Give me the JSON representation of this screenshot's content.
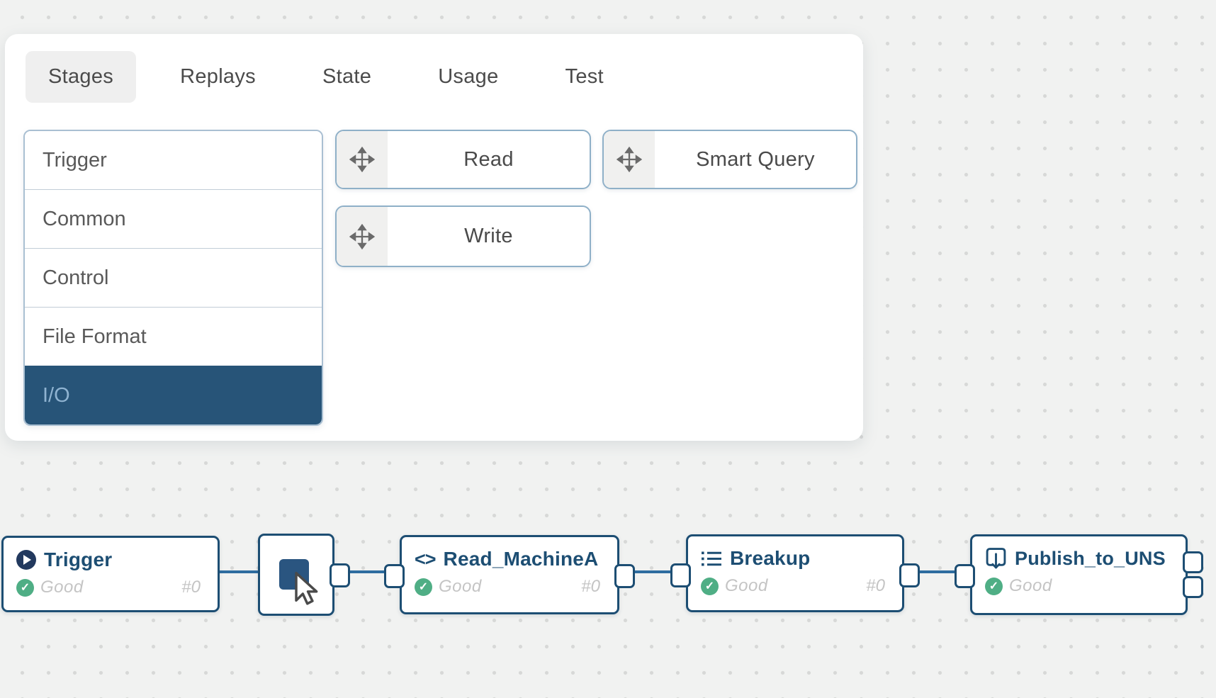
{
  "panel": {
    "tabs": [
      {
        "label": "Stages",
        "active": true
      },
      {
        "label": "Replays",
        "active": false
      },
      {
        "label": "State",
        "active": false
      },
      {
        "label": "Usage",
        "active": false
      },
      {
        "label": "Test",
        "active": false
      }
    ],
    "categories": [
      {
        "label": "Trigger",
        "selected": false
      },
      {
        "label": "Common",
        "selected": false
      },
      {
        "label": "Control",
        "selected": false
      },
      {
        "label": "File Format",
        "selected": false
      },
      {
        "label": "I/O",
        "selected": true
      }
    ],
    "stages": [
      {
        "label": "Read",
        "icon": "move-icon"
      },
      {
        "label": "Write",
        "icon": "move-icon"
      },
      {
        "label": "Smart Query",
        "icon": "move-icon"
      }
    ]
  },
  "flow": {
    "nodes": [
      {
        "title": "Trigger",
        "icon": "play-icon",
        "status": "Good",
        "count": "#0"
      },
      {
        "kind": "cursor-placeholder",
        "icon": "cursor-icon"
      },
      {
        "title": "Read_MachineA",
        "icon": "code-icon",
        "glyph": "<>",
        "status": "Good",
        "count": "#0"
      },
      {
        "title": "Breakup",
        "icon": "list-icon",
        "status": "Good",
        "count": "#0"
      },
      {
        "title": "Publish_to_UNS",
        "icon": "publish-icon",
        "status": "Good"
      }
    ]
  },
  "colors": {
    "background": "#f1f2f1",
    "dot": "#d7d8d7",
    "node_border": "#1d4e73",
    "selected_category_bg": "#275478",
    "selected_category_text": "#8fb3d1",
    "wire": "#2e6da0",
    "status_good": "#4fae85",
    "muted_text": "#c4c4c4",
    "active_tab_bg": "#efefef"
  }
}
